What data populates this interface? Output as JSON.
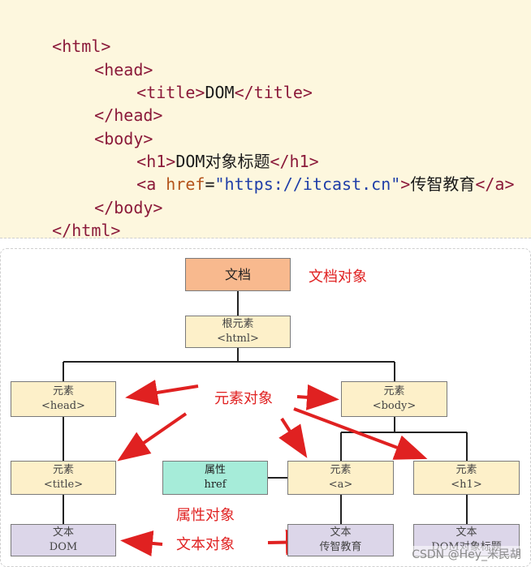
{
  "code": {
    "line1_open": "<html>",
    "line2_head_open": "<head>",
    "line3_title_open": "<title>",
    "line3_title_text": "DOM",
    "line3_title_close": "</title>",
    "line4_head_close": "</head>",
    "line5_body_open": "<body>",
    "line6_h1_open": "<h1>",
    "line6_h1_text": "DOM对象标题",
    "line6_h1_close": "</h1>",
    "line7_a_open": "<a ",
    "line7_attr": "href",
    "line7_eq": "=",
    "line7_value": "\"https://itcast.cn\"",
    "line7_gt": ">",
    "line7_a_text": "传智教育",
    "line7_a_close": "</a>",
    "line8_body_close": "</body>",
    "line9_html_close": "</html>"
  },
  "tree": {
    "document": {
      "label": "文档"
    },
    "root": {
      "line1": "根元素",
      "line2": "<html>"
    },
    "head": {
      "line1": "元素",
      "line2": "<head>"
    },
    "body": {
      "line1": "元素",
      "line2": "<body>"
    },
    "title": {
      "line1": "元素",
      "line2": "<title>"
    },
    "attr_href": {
      "line1": "属性",
      "line2": "href"
    },
    "a": {
      "line1": "元素",
      "line2": "<a>"
    },
    "h1": {
      "line1": "元素",
      "line2": "<h1>"
    },
    "text_dom": {
      "line1": "文本",
      "line2": "DOM"
    },
    "text_cz": {
      "line1": "文本",
      "line2": "传智教育"
    },
    "text_h1": {
      "line1": "文本",
      "line2": "DOM对象标题"
    }
  },
  "annotations": {
    "document_object": "文档对象",
    "element_object": "元素对象",
    "attribute_object": "属性对象",
    "text_object": "文本对象"
  },
  "colors": {
    "annotation": "#e02121",
    "element_fill": "#fdf0c9",
    "document_fill": "#f8b98e",
    "attribute_fill": "#a6ecd9",
    "text_fill": "#dcd6e9"
  },
  "watermark": "CSDN @Hey_米民胡"
}
